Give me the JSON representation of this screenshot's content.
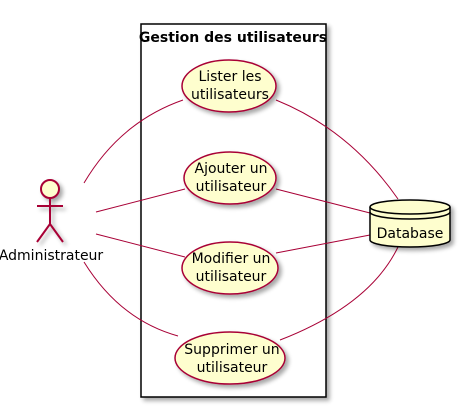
{
  "diagram": {
    "system": {
      "title": "Gestion des utilisateurs"
    },
    "actor": {
      "name": "Administrateur"
    },
    "database": {
      "name": "Database"
    },
    "use_cases": [
      {
        "line1": "Lister les",
        "line2": "utilisateurs"
      },
      {
        "line1": "Ajouter un",
        "line2": "utilisateur"
      },
      {
        "line1": "Modifier un",
        "line2": "utilisateur"
      },
      {
        "line1": "Supprimer un",
        "line2": "utilisateur"
      }
    ],
    "colors": {
      "fill": "#FEFECE",
      "stroke": "#A80036",
      "border": "#000000",
      "background": "#FFFFFF"
    }
  }
}
